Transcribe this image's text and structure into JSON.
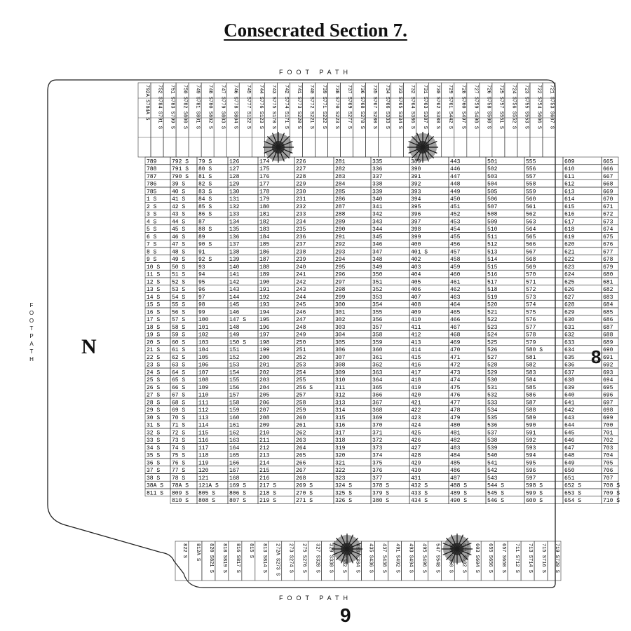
{
  "title": "Consecrated Section 7.",
  "labels": {
    "top": "FOOT PATH",
    "bottom": "FOOT PATH",
    "left": "FOOTPATH",
    "west": "N",
    "east": "8",
    "south": "9"
  },
  "top_strip": [
    {
      "id": "T1",
      "cells": [
        "792A S784A S"
      ]
    },
    {
      "id": "T2",
      "cells": [
        "752 S784 S791 S"
      ]
    },
    {
      "id": "T3",
      "cells": [
        "751 S783 S799 S"
      ]
    },
    {
      "id": "T4",
      "cells": [
        "750 S782 S800 S"
      ]
    },
    {
      "id": "T5",
      "cells": [
        "749 S781 S801 S"
      ]
    },
    {
      "id": "T6",
      "cells": [
        "748 S780 S802 S"
      ]
    },
    {
      "id": "T7",
      "cells": [
        "747 S779 S803 S"
      ]
    },
    {
      "id": "T8",
      "cells": [
        "746 S778 S804 S"
      ]
    },
    {
      "id": "T9",
      "cells": [
        "745 S777 S122 S"
      ]
    },
    {
      "id": "T10",
      "cells": [
        "744 S776 S123 S"
      ]
    },
    {
      "id": "T11",
      "cells": [
        "743 S775 S170 S"
      ]
    },
    {
      "id": "T12",
      "cells": [
        "742 S774 S171 S"
      ]
    },
    {
      "id": "T13",
      "cells": [
        "741 S773 S220 S"
      ]
    },
    {
      "id": "T14",
      "cells": [
        "740 S772 S221 S"
      ]
    },
    {
      "id": "T15",
      "cells": [
        "739 S771 S222 S"
      ]
    },
    {
      "id": "T16",
      "cells": [
        "738 S770 S223 S"
      ]
    },
    {
      "id": "T17",
      "cells": [
        "737 S769 S277 S"
      ]
    },
    {
      "id": "T18",
      "cells": [
        "736 S768 S278 S"
      ]
    },
    {
      "id": "T19",
      "cells": [
        "735 S767 S280 S"
      ]
    },
    {
      "id": "T20",
      "cells": [
        "734 S766 S333 S"
      ]
    },
    {
      "id": "T21",
      "cells": [
        "733 S765 S334 S"
      ]
    },
    {
      "id": "T22",
      "cells": [
        "732 S764 S386 S"
      ]
    },
    {
      "id": "T23",
      "cells": [
        "731 S763 S387 S"
      ]
    },
    {
      "id": "T24",
      "cells": [
        "730 S762 S388 S"
      ]
    },
    {
      "id": "T25",
      "cells": [
        "729 S761 S442 S"
      ]
    },
    {
      "id": "T26",
      "cells": [
        "728 S760 S497 S"
      ]
    },
    {
      "id": "T27",
      "cells": [
        "727 S759 S498 S"
      ]
    },
    {
      "id": "T28",
      "cells": [
        "726 S758 S500 S"
      ]
    },
    {
      "id": "T29",
      "cells": [
        "725 S757 S551 S"
      ]
    },
    {
      "id": "T30",
      "cells": [
        "724 S756 S552 S"
      ]
    },
    {
      "id": "T31",
      "cells": [
        "723 S755 S553 S"
      ]
    },
    {
      "id": "T32",
      "cells": [
        "722 S754 S606 S"
      ]
    },
    {
      "id": "T33",
      "cells": [
        "721 S753 S607 S"
      ]
    }
  ],
  "rows": [
    [
      "789",
      "792 S",
      "79 S",
      "126",
      "174",
      "226",
      "281",
      "335",
      "389",
      "443",
      "501",
      "555",
      "609",
      "665"
    ],
    [
      "788",
      "791 S",
      "80 S",
      "127",
      "175",
      "227",
      "282",
      "336",
      "390",
      "446",
      "502",
      "556",
      "610",
      "666"
    ],
    [
      "787",
      "790 S",
      "81 S",
      "128",
      "176",
      "228",
      "283",
      "337",
      "391",
      "447",
      "503",
      "557",
      "611",
      "667"
    ],
    [
      "786",
      "39 S",
      "82 S",
      "129",
      "177",
      "229",
      "284",
      "338",
      "392",
      "448",
      "504",
      "558",
      "612",
      "668"
    ],
    [
      "785",
      "40 S",
      "83 S",
      "130",
      "178",
      "230",
      "285",
      "339",
      "393",
      "449",
      "505",
      "559",
      "613",
      "669"
    ],
    [
      "1 S",
      "41 S",
      "84 S",
      "131",
      "179",
      "231",
      "286",
      "340",
      "394",
      "450",
      "506",
      "560",
      "614",
      "670"
    ],
    [
      "2 S",
      "42 S",
      "85 S",
      "132",
      "180",
      "232",
      "287",
      "341",
      "395",
      "451",
      "507",
      "561",
      "615",
      "671"
    ],
    [
      "3 S",
      "43 S",
      "86 S",
      "133",
      "181",
      "233",
      "288",
      "342",
      "396",
      "452",
      "508",
      "562",
      "616",
      "672"
    ],
    [
      "4 S",
      "44 S",
      "87",
      "134",
      "182",
      "234",
      "289",
      "343",
      "397",
      "453",
      "509",
      "563",
      "617",
      "673"
    ],
    [
      "5 S",
      "45 S",
      "88 S",
      "135",
      "183",
      "235",
      "290",
      "344",
      "398",
      "454",
      "510",
      "564",
      "618",
      "674"
    ],
    [
      "6 S",
      "46 S",
      "89",
      "136",
      "184",
      "236",
      "291",
      "345",
      "399",
      "455",
      "511",
      "565",
      "619",
      "675"
    ],
    [
      "7 S",
      "47 S",
      "90 S",
      "137",
      "185",
      "237",
      "292",
      "346",
      "400",
      "456",
      "512",
      "566",
      "620",
      "676"
    ],
    [
      "8 S",
      "48 S",
      "91",
      "138",
      "186",
      "238",
      "293",
      "347",
      "401 S",
      "457",
      "513",
      "567",
      "621",
      "677"
    ],
    [
      "9 S",
      "49 S",
      "92 S",
      "139",
      "187",
      "239",
      "294",
      "348",
      "402",
      "458",
      "514",
      "568",
      "622",
      "678"
    ],
    [
      "10 S",
      "50 S",
      "93",
      "140",
      "188",
      "240",
      "295",
      "349",
      "403",
      "459",
      "515",
      "569",
      "623",
      "679"
    ],
    [
      "11 S",
      "51 S",
      "94",
      "141",
      "189",
      "241",
      "296",
      "350",
      "404",
      "460",
      "516",
      "570",
      "624",
      "680"
    ],
    [
      "12 S",
      "52 S",
      "95",
      "142",
      "190",
      "242",
      "297",
      "351",
      "405",
      "461",
      "517",
      "571",
      "625",
      "681"
    ],
    [
      "13 S",
      "53 S",
      "96",
      "143",
      "191",
      "243",
      "298",
      "352",
      "406",
      "462",
      "518",
      "572",
      "626",
      "682"
    ],
    [
      "14 S",
      "54 S",
      "97",
      "144",
      "192",
      "244",
      "299",
      "353",
      "407",
      "463",
      "519",
      "573",
      "627",
      "683"
    ],
    [
      "15 S",
      "55 S",
      "98",
      "145",
      "193",
      "245",
      "300",
      "354",
      "408",
      "464",
      "520",
      "574",
      "628",
      "684"
    ],
    [
      "16 S",
      "56 S",
      "99",
      "146",
      "194",
      "246",
      "301",
      "355",
      "409",
      "465",
      "521",
      "575",
      "629",
      "685"
    ],
    [
      "17 S",
      "57 S",
      "100",
      "147 S",
      "195",
      "247",
      "302",
      "356",
      "410",
      "466",
      "522",
      "576",
      "630",
      "686"
    ],
    [
      "18 S",
      "58 S",
      "101",
      "148",
      "196",
      "248",
      "303",
      "357",
      "411",
      "467",
      "523",
      "577",
      "631",
      "687"
    ],
    [
      "19 S",
      "59 S",
      "102",
      "149",
      "197",
      "249",
      "304",
      "358",
      "412",
      "468",
      "524",
      "578",
      "632",
      "688"
    ],
    [
      "20 S",
      "60 S",
      "103",
      "150 S",
      "198",
      "250",
      "305",
      "359",
      "413",
      "469",
      "525",
      "579",
      "633",
      "689"
    ],
    [
      "21 S",
      "61 S",
      "104",
      "151",
      "199",
      "251",
      "306",
      "360",
      "414",
      "470",
      "526",
      "580 S",
      "634",
      "690"
    ],
    [
      "22 S",
      "62 S",
      "105",
      "152",
      "200",
      "252",
      "307",
      "361",
      "415",
      "471",
      "527",
      "581",
      "635",
      "691"
    ],
    [
      "23 S",
      "63 S",
      "106",
      "153",
      "201",
      "253",
      "308",
      "362",
      "416",
      "472",
      "528",
      "582",
      "636",
      "692"
    ],
    [
      "24 S",
      "64 S",
      "107",
      "154",
      "202",
      "254",
      "309",
      "363",
      "417",
      "473",
      "529",
      "583",
      "637",
      "693"
    ],
    [
      "25 S",
      "65 S",
      "108",
      "155",
      "203",
      "255",
      "310",
      "364",
      "418",
      "474",
      "530",
      "584",
      "638",
      "694"
    ],
    [
      "26 S",
      "66 S",
      "109",
      "156",
      "204",
      "256 S",
      "311",
      "365",
      "419",
      "475",
      "531",
      "585",
      "639",
      "695"
    ],
    [
      "27 S",
      "67 S",
      "110",
      "157",
      "205",
      "257",
      "312",
      "366",
      "420",
      "476",
      "532",
      "586",
      "640",
      "696"
    ],
    [
      "28 S",
      "68 S",
      "111",
      "158",
      "206",
      "258",
      "313",
      "367",
      "421",
      "477",
      "533",
      "587",
      "641",
      "697"
    ],
    [
      "29 S",
      "69 S",
      "112",
      "159",
      "207",
      "259",
      "314",
      "368",
      "422",
      "478",
      "534",
      "588",
      "642",
      "698"
    ],
    [
      "30 S",
      "70 S",
      "113",
      "160",
      "208",
      "260",
      "315",
      "369",
      "423",
      "479",
      "535",
      "589",
      "643",
      "699"
    ],
    [
      "31 S",
      "71 S",
      "114",
      "161",
      "209",
      "261",
      "316",
      "370",
      "424",
      "480",
      "536",
      "590",
      "644",
      "700"
    ],
    [
      "32 S",
      "72 S",
      "115",
      "162",
      "210",
      "262",
      "317",
      "371",
      "425",
      "481",
      "537",
      "591",
      "645",
      "701"
    ],
    [
      "33 S",
      "73 S",
      "116",
      "163",
      "211",
      "263",
      "318",
      "372",
      "426",
      "482",
      "538",
      "592",
      "646",
      "702"
    ],
    [
      "34 S",
      "74 S",
      "117",
      "164",
      "212",
      "264",
      "319",
      "373",
      "427",
      "483",
      "539",
      "593",
      "647",
      "703"
    ],
    [
      "35 S",
      "75 S",
      "118",
      "165",
      "213",
      "265",
      "320",
      "374",
      "428",
      "484",
      "540",
      "594",
      "648",
      "704"
    ],
    [
      "36 S",
      "76 S",
      "119",
      "166",
      "214",
      "266",
      "321",
      "375",
      "429",
      "485",
      "541",
      "595",
      "649",
      "705"
    ],
    [
      "37 S",
      "77 S",
      "120",
      "167",
      "215",
      "267",
      "322",
      "376",
      "430",
      "486",
      "542",
      "596",
      "650",
      "706"
    ],
    [
      "38 S",
      "78 S",
      "121",
      "168",
      "216",
      "268",
      "323",
      "377",
      "431",
      "487",
      "543",
      "597",
      "651",
      "707"
    ],
    [
      "38A S",
      "78A S",
      "121A S",
      "169 S",
      "217 S",
      "269 S",
      "324 S",
      "378 S",
      "432 S",
      "488 S",
      "544 S",
      "598 S",
      "652 S",
      "708 S"
    ],
    [
      "811 S",
      "809 S",
      "805 S",
      "806 S",
      "218 S",
      "270 S",
      "325 S",
      "379 S",
      "433 S",
      "489 S",
      "545 S",
      "599 S",
      "653 S",
      "709 S"
    ],
    [
      "",
      "810 S",
      "808 S",
      "807 S",
      "219 S",
      "271 S",
      "326 S",
      "380 S",
      "434 S",
      "490 S",
      "546 S",
      "600 S",
      "654 S",
      "710 S"
    ]
  ],
  "bottom_strip": [
    {
      "id": "B1",
      "cells": [
        "822 S"
      ]
    },
    {
      "id": "B2",
      "cells": [
        "812A S"
      ]
    },
    {
      "id": "B3",
      "cells": [
        "820 S821 S"
      ]
    },
    {
      "id": "B4",
      "cells": [
        "818 S819 S"
      ]
    },
    {
      "id": "B5",
      "cells": [
        "816 S817 S"
      ]
    },
    {
      "id": "B6",
      "cells": [
        "815 S"
      ]
    },
    {
      "id": "B7",
      "cells": [
        "813 S814 S"
      ]
    },
    {
      "id": "B8",
      "cells": [
        "272A S273 S"
      ]
    },
    {
      "id": "B9",
      "cells": [
        "273 S274 S"
      ]
    },
    {
      "id": "B10",
      "cells": [
        "275 S276 S"
      ]
    },
    {
      "id": "B11",
      "cells": [
        "327 S328 S"
      ]
    },
    {
      "id": "B12",
      "cells": [
        "329 S330 S"
      ]
    },
    {
      "id": "B13",
      "cells": [
        "381 S382 S"
      ]
    },
    {
      "id": "B14",
      "cells": [
        "383 S384 S"
      ]
    },
    {
      "id": "B15",
      "cells": [
        "435 S436 S"
      ]
    },
    {
      "id": "B16",
      "cells": [
        "437 S438 S"
      ]
    },
    {
      "id": "B17",
      "cells": [
        "491 S492 S"
      ]
    },
    {
      "id": "B18",
      "cells": [
        "493 S494 S"
      ]
    },
    {
      "id": "B19",
      "cells": [
        "495 S496 S"
      ]
    },
    {
      "id": "B20",
      "cells": [
        "547 S548 S"
      ]
    },
    {
      "id": "B21",
      "cells": [
        "549 S550 S"
      ]
    },
    {
      "id": "B22",
      "cells": [
        "601 S602 S"
      ]
    },
    {
      "id": "B23",
      "cells": [
        "603 S604 S"
      ]
    },
    {
      "id": "B24",
      "cells": [
        "655 S656 S"
      ]
    },
    {
      "id": "B25",
      "cells": [
        "657 S658 S"
      ]
    },
    {
      "id": "B26",
      "cells": [
        "711 S712 S"
      ]
    },
    {
      "id": "B27",
      "cells": [
        "713 S714 S"
      ]
    },
    {
      "id": "B28",
      "cells": [
        "715 S716 S"
      ]
    },
    {
      "id": "B29",
      "cells": [
        "719 S720 S"
      ]
    }
  ],
  "trees": [
    "tree-1",
    "tree-2",
    "tree-3",
    "tree-4"
  ]
}
